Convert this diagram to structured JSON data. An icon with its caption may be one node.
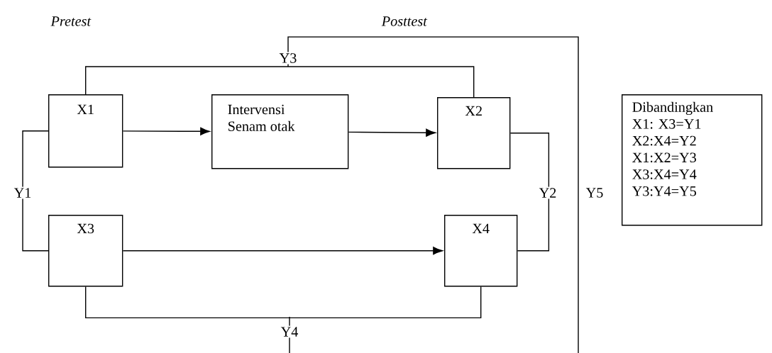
{
  "diagram": {
    "nodes": [
      {
        "text": [
          "X1"
        ]
      },
      {
        "text": [
          "Intervensi Senam otak"
        ]
      },
      {
        "text": [
          "X2"
        ]
      },
      {
        "text": [
          "X3"
        ]
      },
      {
        "text": [
          "X4"
        ]
      },
      {
        "text": [
          "Dibandingkan",
          "X1: X3=Y1",
          "X2:X4=Y2",
          "X1:X2=Y3",
          "X3:X4=Y4",
          "Y3:Y4=Y5"
        ]
      }
    ],
    "edges": [
      {
        "from": 0,
        "to": 1,
        "arrow": "to"
      },
      {
        "from": 1,
        "to": 2,
        "arrow": "to"
      },
      {
        "from": 3,
        "to": 4,
        "arrow": "to"
      },
      {
        "from": 0,
        "to": 3,
        "arrow": "none",
        "label": "Y1"
      },
      {
        "from": 2,
        "to": 4,
        "arrow": "none",
        "label": "Y2"
      },
      {
        "from": 0,
        "to": 2,
        "arrow": "none",
        "label": "Y3"
      },
      {
        "from": 3,
        "to": 4,
        "arrow": "none",
        "label": "Y4"
      }
    ],
    "labels": [
      "*Pretest*",
      "*Posttest*",
      "Y5"
    ]
  }
}
